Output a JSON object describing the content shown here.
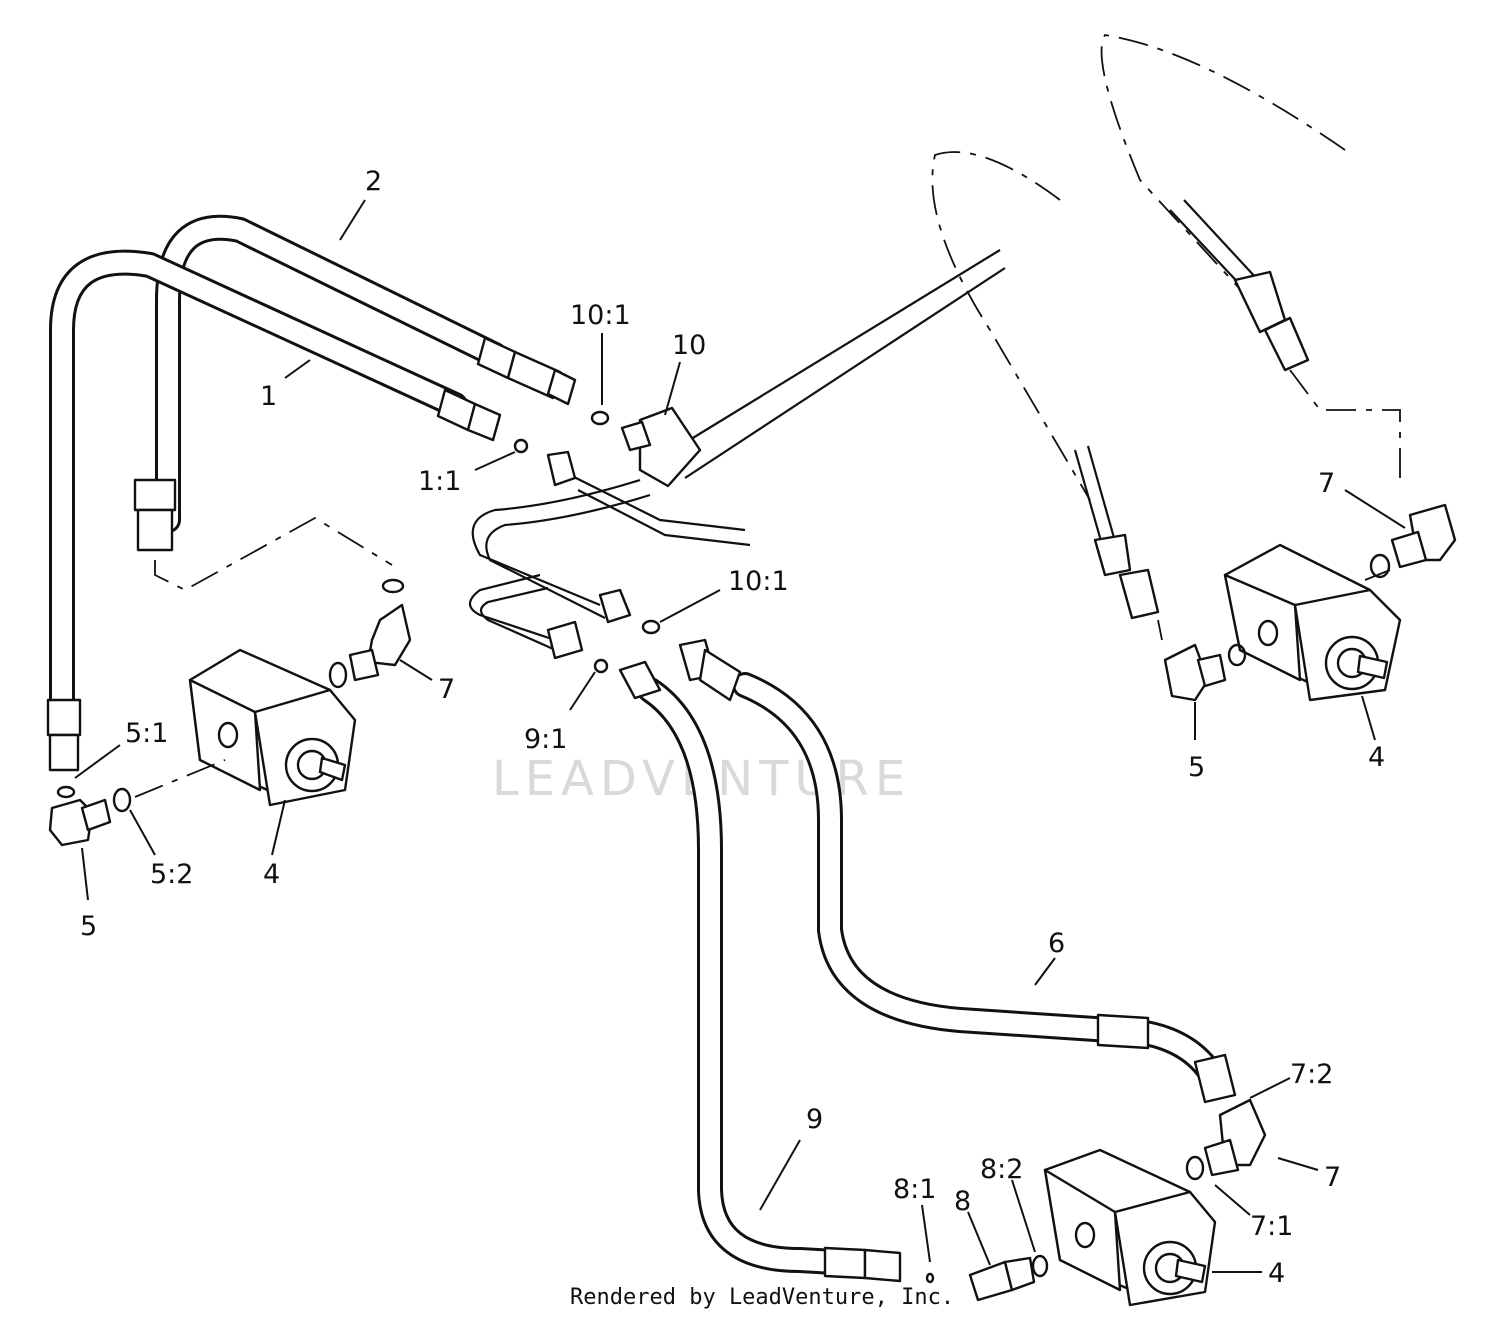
{
  "diagram": {
    "watermark_text": "LEADVENTURE",
    "credit_text": "Rendered by LeadVenture, Inc.",
    "callouts": [
      {
        "id": "c-2",
        "text": "2"
      },
      {
        "id": "c-1",
        "text": "1"
      },
      {
        "id": "c-10-1-top",
        "text": "10:1"
      },
      {
        "id": "c-10",
        "text": "10"
      },
      {
        "id": "c-1-1",
        "text": "1:1"
      },
      {
        "id": "c-10-1-mid",
        "text": "10:1"
      },
      {
        "id": "c-7-left",
        "text": "7"
      },
      {
        "id": "c-9-1",
        "text": "9:1"
      },
      {
        "id": "c-5-1",
        "text": "5:1"
      },
      {
        "id": "c-5-2",
        "text": "5:2"
      },
      {
        "id": "c-4-left",
        "text": "4"
      },
      {
        "id": "c-5-left",
        "text": "5"
      },
      {
        "id": "c-7-right",
        "text": "7"
      },
      {
        "id": "c-5-right",
        "text": "5"
      },
      {
        "id": "c-4-right",
        "text": "4"
      },
      {
        "id": "c-6",
        "text": "6"
      },
      {
        "id": "c-7-2",
        "text": "7:2"
      },
      {
        "id": "c-7-bottom",
        "text": "7"
      },
      {
        "id": "c-7-1",
        "text": "7:1"
      },
      {
        "id": "c-9",
        "text": "9"
      },
      {
        "id": "c-8-1",
        "text": "8:1"
      },
      {
        "id": "c-8-2",
        "text": "8:2"
      },
      {
        "id": "c-8",
        "text": "8"
      },
      {
        "id": "c-4-bottom",
        "text": "4"
      }
    ]
  }
}
